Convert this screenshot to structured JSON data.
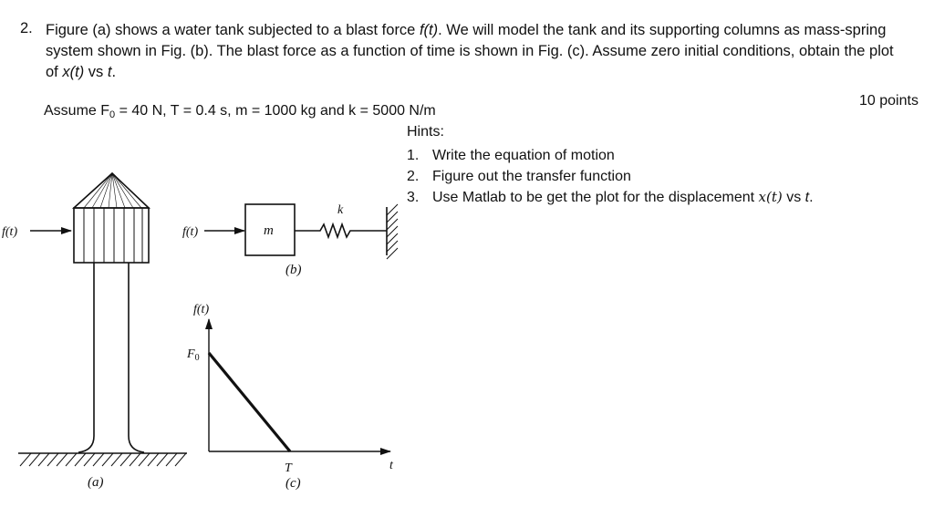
{
  "question": {
    "number": "2.",
    "text_1": "Figure (a) shows a water tank subjected to a blast force ",
    "force_fn": "f(t)",
    "text_2": ". We will model the tank and its supporting columns as mass-spring system shown in Fig. (b). The blast force as a function of time is shown in Fig. (c). Assume zero initial conditions, obtain the plot of ",
    "plot_var": "x(t)",
    "text_3": " vs ",
    "t_var": "t",
    "text_4": "."
  },
  "assume": {
    "prefix": "Assume F",
    "sub": "0",
    "rest": " = 40 N, T = 0.4 s, m = 1000 kg and k = 5000 N/m"
  },
  "points": "10 points",
  "hints": {
    "title": "Hints:",
    "items": [
      {
        "num": "1.",
        "text": "Write the equation of motion"
      },
      {
        "num": "2.",
        "text": "Figure out the transfer function"
      },
      {
        "num": "3.",
        "text": "Use Matlab to be get the plot for the displacement ",
        "math": "x(t)",
        "tail": " vs ",
        "tvar": "t",
        "end": "."
      }
    ]
  },
  "figure": {
    "label_a": "(a)",
    "label_b": "(b)",
    "label_c": "(c)",
    "force_a": "f(t)",
    "force_b": "f(t)",
    "force_c": "f(t)",
    "mass": "m",
    "spring": "k",
    "peak": "F",
    "peak_sub": "0",
    "period": "T",
    "time_axis": "t"
  }
}
